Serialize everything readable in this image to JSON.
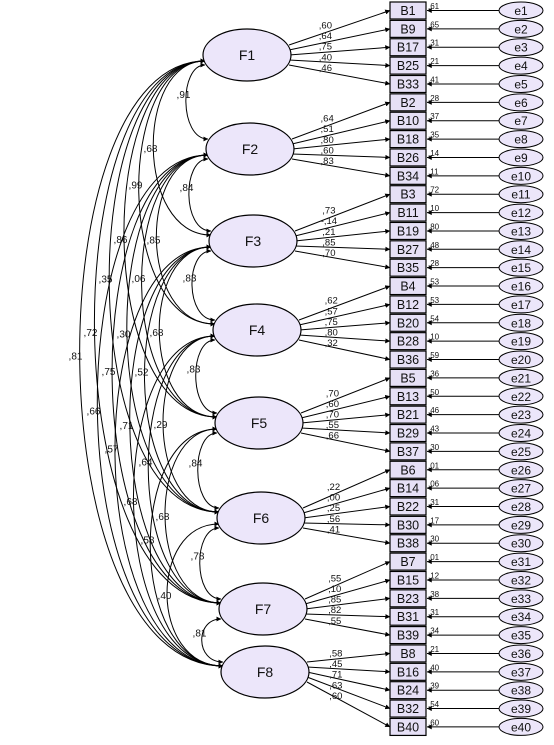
{
  "factors": [
    {
      "label": "F1",
      "items": [
        "B1",
        "B9",
        "B17",
        "B25",
        "B33"
      ],
      "loadings": [
        ",60",
        ",64",
        ",75",
        ",40",
        ",46"
      ]
    },
    {
      "label": "F2",
      "items": [
        "B2",
        "B10",
        "B18",
        "B26",
        "B34"
      ],
      "loadings": [
        ",64",
        ",51",
        ",80",
        ",60",
        ",83"
      ]
    },
    {
      "label": "F3",
      "items": [
        "B3",
        "B11",
        "B19",
        "B27",
        "B35"
      ],
      "loadings": [
        ",73",
        "-,14",
        ",21",
        ",85",
        ",70"
      ]
    },
    {
      "label": "F4",
      "items": [
        "B4",
        "B12",
        "B20",
        "B28",
        "B36"
      ],
      "loadings": [
        ",62",
        ",57",
        ",75",
        ",80",
        ",32"
      ]
    },
    {
      "label": "F5",
      "items": [
        "B5",
        "B13",
        "B21",
        "B29",
        "B37"
      ],
      "loadings": [
        ",70",
        ",60",
        ",70",
        ",55",
        ",66"
      ]
    },
    {
      "label": "F6",
      "items": [
        "B6",
        "B14",
        "B22",
        "B30",
        "B38"
      ],
      "loadings": [
        ",22",
        ",00",
        ",25",
        ",56",
        ",41"
      ]
    },
    {
      "label": "F7",
      "items": [
        "B7",
        "B15",
        "B23",
        "B31",
        "B39"
      ],
      "loadings": [
        ",55",
        ",10",
        ",85",
        ",82",
        ",55"
      ]
    },
    {
      "label": "F8",
      "items": [
        "B8",
        "B16",
        "B24",
        "B32",
        "B40"
      ],
      "loadings": [
        ",58",
        ",45",
        ",71",
        ",63",
        ",60"
      ]
    }
  ],
  "r2": [
    ",61",
    ",65",
    ",31",
    ",21",
    ",41",
    ",28",
    ",37",
    ",35",
    ",14",
    ",11",
    ",72",
    ",10",
    ",80",
    ",48",
    ",28",
    ",53",
    ",53",
    ",54",
    ",10",
    ",59",
    ",36",
    ",50",
    ",46",
    ",43",
    ",30",
    ",01",
    ",06",
    ",31",
    ",17",
    ",30",
    ",01",
    ",12",
    ",38",
    ",31",
    ",34",
    ",21",
    ",40",
    ",39",
    ",54",
    ",60"
  ],
  "errors": [
    "e1",
    "e2",
    "e3",
    "e4",
    "e5",
    "e6",
    "e7",
    "e8",
    "e9",
    "e10",
    "e11",
    "e12",
    "e13",
    "e14",
    "e15",
    "e16",
    "e17",
    "e18",
    "e19",
    "e20",
    "e21",
    "e22",
    "e23",
    "e24",
    "e25",
    "e26",
    "e27",
    "e28",
    "e29",
    "e30",
    "e31",
    "e32",
    "e33",
    "e34",
    "e35",
    "e36",
    "e37",
    "e38",
    "e39",
    "e40"
  ],
  "correlations": [
    {
      "from": "F1",
      "to": "F2",
      "value": ",91"
    },
    {
      "from": "F2",
      "to": "F3",
      "value": ",84"
    },
    {
      "from": "F3",
      "to": "F4",
      "value": ",83"
    },
    {
      "from": "F4",
      "to": "F5",
      "value": ",83"
    },
    {
      "from": "F5",
      "to": "F6",
      "value": ",84"
    },
    {
      "from": "F6",
      "to": "F7",
      "value": ",78"
    },
    {
      "from": "F7",
      "to": "F8",
      "value": ",81"
    },
    {
      "from": "F1",
      "to": "F3",
      "value": ",68"
    },
    {
      "from": "F2",
      "to": "F4",
      "value": ",85"
    },
    {
      "from": "F3",
      "to": "F5",
      "value": ",68"
    },
    {
      "from": "F4",
      "to": "F6",
      "value": ",29"
    },
    {
      "from": "F5",
      "to": "F7",
      "value": ",68"
    },
    {
      "from": "F6",
      "to": "F8",
      "value": ",40"
    },
    {
      "from": "F1",
      "to": "F4",
      "value": ",99"
    },
    {
      "from": "F2",
      "to": "F5",
      "value": ",06"
    },
    {
      "from": "F3",
      "to": "F6",
      "value": ",52"
    },
    {
      "from": "F4",
      "to": "F7",
      "value": ",64"
    },
    {
      "from": "F5",
      "to": "F8",
      "value": ",58"
    },
    {
      "from": "F1",
      "to": "F5",
      "value": ",86"
    },
    {
      "from": "F2",
      "to": "F6",
      "value": ",30"
    },
    {
      "from": "F3",
      "to": "F7",
      "value": ",71"
    },
    {
      "from": "F4",
      "to": "F8",
      "value": ",68"
    },
    {
      "from": "F1",
      "to": "F6",
      "value": ",35"
    },
    {
      "from": "F2",
      "to": "F7",
      "value": ",75"
    },
    {
      "from": "F3",
      "to": "F8",
      "value": ",57"
    },
    {
      "from": "F1",
      "to": "F7",
      "value": ",72"
    },
    {
      "from": "F2",
      "to": "F8",
      "value": ",66"
    },
    {
      "from": "F1",
      "to": "F8",
      "value": ",81"
    }
  ],
  "colors": {
    "factor_fill": "#ece6fa",
    "item_fill": "#e6e0f6",
    "error_fill": "#ece6fa",
    "stroke": "#000000"
  }
}
